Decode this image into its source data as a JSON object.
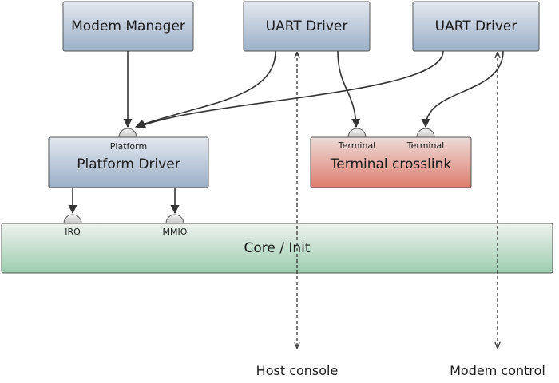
{
  "components": {
    "modem_manager": "Modem Manager",
    "uart_driver_1": "UART Driver",
    "uart_driver_2": "UART Driver",
    "platform_driver": "Platform Driver",
    "terminal_crosslink": "Terminal crosslink",
    "core_init": "Core / Init"
  },
  "ports": {
    "platform": "Platform",
    "terminal_1": "Terminal",
    "terminal_2": "Terminal",
    "irq": "IRQ",
    "mmio": "MMIO"
  },
  "external": {
    "host_console": "Host console",
    "modem_control": "Modem control"
  },
  "colors": {
    "component_gradient_top": "#e4e8ef",
    "component_gradient_bottom": "#9aafc8",
    "crosslink_gradient_top": "#ecdcd8",
    "crosslink_gradient_bottom": "#df7c6e",
    "core_gradient_top": "#eef2ee",
    "core_gradient_bottom": "#9ccdb0",
    "border": "#555555",
    "arrow": "#333333"
  }
}
